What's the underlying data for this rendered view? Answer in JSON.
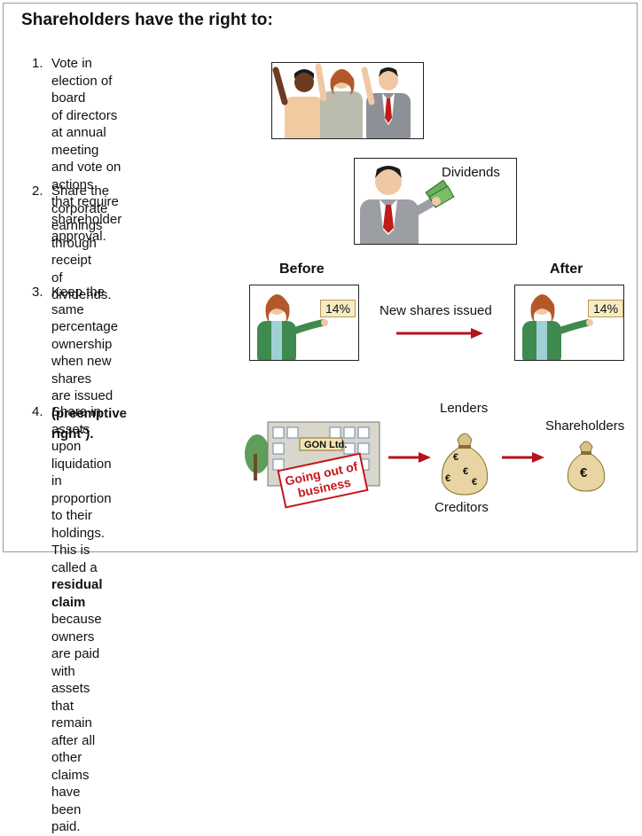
{
  "title": "Shareholders have the right to:",
  "items": [
    {
      "number": "1.",
      "lines": [
        "Vote in election of board",
        "of directors at annual",
        "meeting and vote on actions",
        "that require shareholder",
        "approval."
      ]
    },
    {
      "number": "2.",
      "lines": [
        "Share the corporate",
        "earnings through receipt",
        "of dividends."
      ]
    },
    {
      "number": "3.",
      "lines": [
        "Keep the same",
        "percentage ownership",
        "when new shares",
        "are issued"
      ],
      "bold_line": "(preemptive right",
      "superscript": "1",
      "bold_suffix": ")."
    },
    {
      "number": "4.",
      "lines_before": [
        "Share in assets upon",
        "liquidation in proportion",
        "to their holdings. This is"
      ],
      "bold_prefix": "called a ",
      "bold_term": "residual claim",
      "lines_after": [
        "because owners are paid",
        "with assets that remain",
        "after all other claims",
        "have been paid."
      ]
    }
  ],
  "dividends_label": "Dividends",
  "before_label": "Before",
  "after_label": "After",
  "percent_before": "14%",
  "percent_after": "14%",
  "new_shares_label": "New shares issued",
  "building_sign": "GON Ltd.",
  "going_out_sign": "Going out of business",
  "lenders_label": "Lenders",
  "creditors_label": "Creditors",
  "shareholders_label": "Shareholders",
  "euro_symbol": "€",
  "colors": {
    "arrow": "#b5121b",
    "jacket_green": "#3f8a4e",
    "bag": "#e8d5a3",
    "sign_red": "#c4161c"
  }
}
